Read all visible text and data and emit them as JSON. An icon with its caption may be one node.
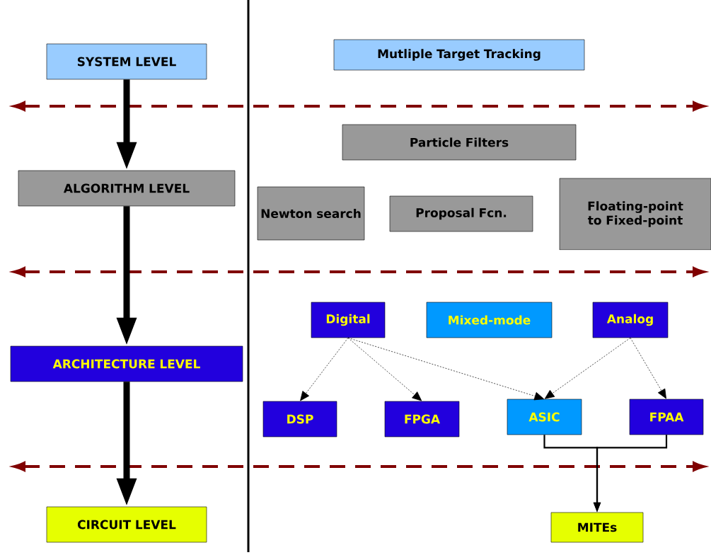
{
  "diagram": {
    "nodes": [
      {
        "text": [
          "SYSTEM LEVEL"
        ]
      },
      {
        "text": [
          "ALGORITHM LEVEL"
        ]
      },
      {
        "text": [
          "ARCHITECTURE LEVEL"
        ]
      },
      {
        "text": [
          "CIRCUIT LEVEL"
        ]
      },
      {
        "text": [
          "Mutliple Target Tracking"
        ]
      },
      {
        "text": [
          "Particle Filters"
        ]
      },
      {
        "text": [
          "Newton search"
        ]
      },
      {
        "text": [
          "Proposal Fcn."
        ]
      },
      {
        "text": [
          "Floating-point to Fixed-point"
        ]
      },
      {
        "text": [
          "Digital"
        ]
      },
      {
        "text": [
          "Mixed-mode"
        ]
      },
      {
        "text": [
          "Analog"
        ]
      },
      {
        "text": [
          "DSP"
        ]
      },
      {
        "text": [
          "FPGA"
        ]
      },
      {
        "text": [
          "ASIC"
        ]
      },
      {
        "text": [
          "FPAA"
        ]
      },
      {
        "text": [
          "MITEs"
        ]
      }
    ],
    "edges": [
      {
        "from": 0,
        "to": 1,
        "arrow": "to",
        "style": "thick"
      },
      {
        "from": 1,
        "to": 2,
        "arrow": "to",
        "style": "thick"
      },
      {
        "from": 2,
        "to": 3,
        "arrow": "to",
        "style": "thick"
      },
      {
        "from": 9,
        "to": 12,
        "arrow": "to",
        "style": "dashed"
      },
      {
        "from": 9,
        "to": 13,
        "arrow": "to",
        "style": "dashed"
      },
      {
        "from": 9,
        "to": 14,
        "arrow": "to",
        "style": "dashed"
      },
      {
        "from": 11,
        "to": 14,
        "arrow": "to",
        "style": "dashed"
      },
      {
        "from": 11,
        "to": 15,
        "arrow": "to",
        "style": "dashed"
      },
      {
        "from": 14,
        "to": 16,
        "arrow": "to"
      },
      {
        "from": 15,
        "to": 16,
        "arrow": "to"
      }
    ]
  }
}
